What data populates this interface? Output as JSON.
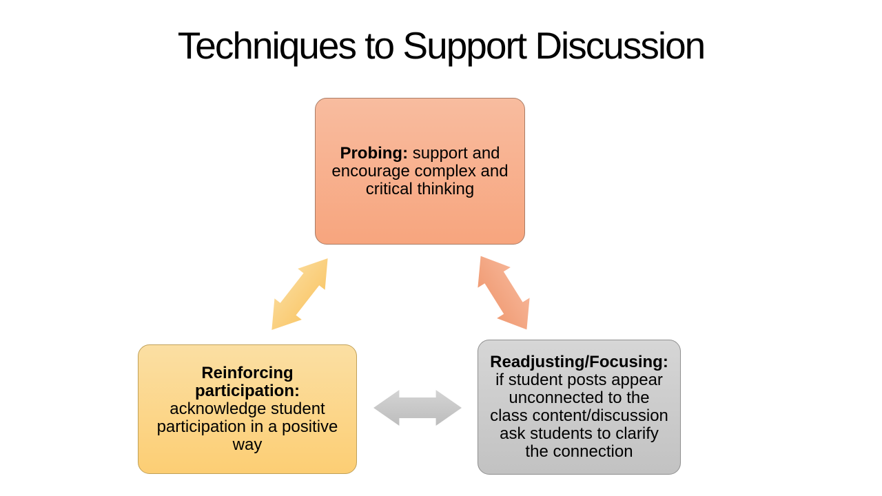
{
  "slide": {
    "title": "Techniques to Support Discussion",
    "background": "#FFFFFF"
  },
  "boxes": [
    {
      "name": "probing",
      "heading": "Probing:",
      "body": "support and\nencourage complex and\ncritical thinking",
      "fill_top": "#F8BC9F",
      "fill_bottom": "#F7A57E",
      "border": "#A97B64"
    },
    {
      "name": "reinforcing-participation",
      "heading": "Reinforcing\nparticipation:",
      "body": "acknowledge student\nparticipation in a positive\nway",
      "fill_top": "#FBDFA3",
      "fill_bottom": "#FCCE74",
      "border": "#C0A058"
    },
    {
      "name": "readjusting-focusing",
      "heading": "Readjusting/Focusing:",
      "body": "if student posts appear\nunconnected to the\nclass content/discussion\nask students to clarify\nthe connection",
      "fill_top": "#D6D6D6",
      "fill_bottom": "#C2C2C2",
      "border": "#8F8F8F"
    }
  ],
  "arrows": [
    {
      "name": "probing-reinforcing",
      "color_top": "#FBD893",
      "color_bottom": "#F9C96E"
    },
    {
      "name": "probing-readjusting",
      "color_top": "#F6B394",
      "color_bottom": "#F09C75"
    },
    {
      "name": "reinforcing-readjusting",
      "color_top": "#D4D4D4",
      "color_bottom": "#BDBDBD"
    }
  ]
}
